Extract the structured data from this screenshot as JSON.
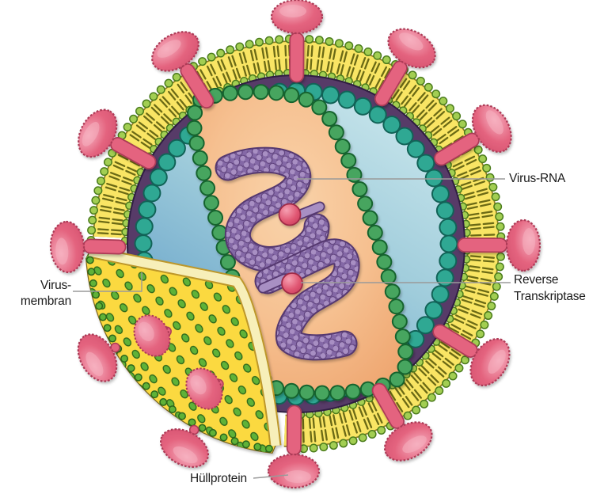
{
  "labels": {
    "virus_rna": "Virus-RNA",
    "reverse_transkriptase": "Reverse Transkriptase",
    "virus_membran": "Virus-membran",
    "huellprotein": "Hüllprotein"
  },
  "icons": {
    "envelope_protein": "spike-oval-icon",
    "membrane": "lipid-bilayer-ring",
    "matrix": "purple-ring",
    "core_shell": "teal-bead-ring",
    "capsid": "orange-cone",
    "rna": "purple-bead-coil",
    "reverse_transcriptase": "pink-sphere"
  },
  "palette": {
    "background": "#ffffff",
    "membrane_yellow": "#f9e564",
    "membrane_edge": "#8f7d26",
    "lipid_dash": "#6b6a15",
    "dot_fill": "#a2ce52",
    "dot_edge": "#4b7c1c",
    "matrix_purple": "#573b68",
    "matrix_edge": "#2f1e42",
    "teal_fill": "#2fa893",
    "teal_edge": "#116357",
    "blue_light": "#c9e6ec",
    "blue_mid": "#9fccdb",
    "blue_dark": "#5e9cc6",
    "capsid_light": "#f9d3aa",
    "capsid_mid": "#f6c090",
    "capsid_dark": "#eda26b",
    "capsid_bead_fill": "#46a55e",
    "capsid_bead_edge": "#15642f",
    "rna_base": "#8468a6",
    "rna_bead": "#a88fc3",
    "rna_dark": "#55386f",
    "rt_fill": "#e05672",
    "rt_hi": "#f6a0b2",
    "rt_edge": "#a02c47",
    "spike_fill": "#e4647f",
    "spike_hi": "#f6b0c0",
    "spike_edge": "#ac3a57",
    "flap_yellow": "#fbd940",
    "flap_dot": "#5fb237",
    "flap_dot_edge": "#2c661a",
    "flap_pale": "#f7efb9",
    "flap_edge_line": "#bd9729",
    "leader": "#9a9a9a",
    "text": "#1b1b1b"
  }
}
